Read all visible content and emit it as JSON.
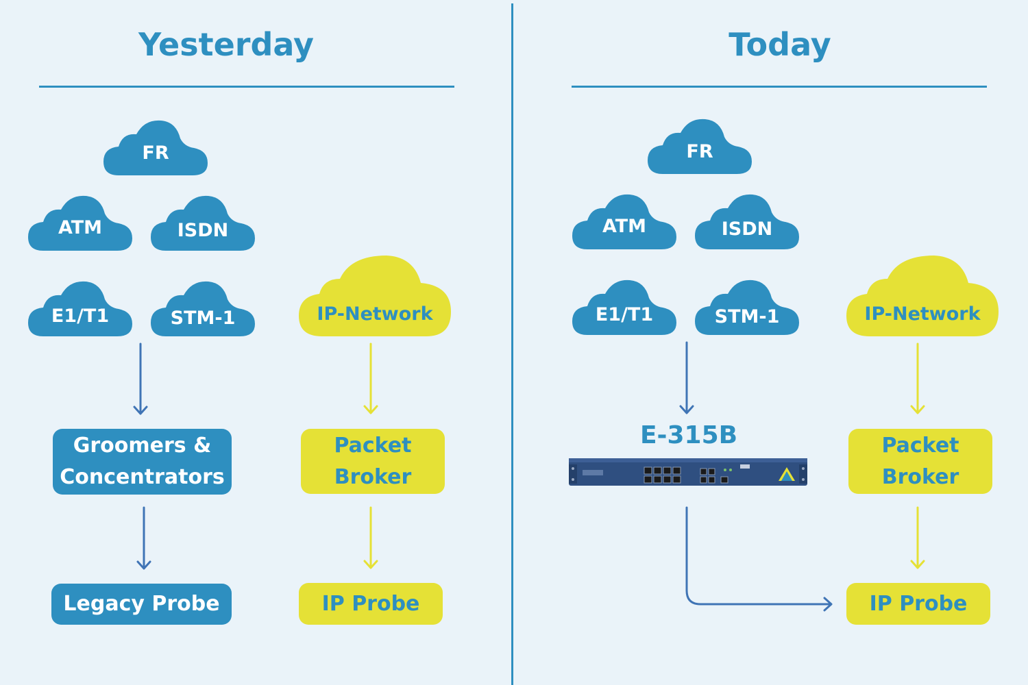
{
  "left": {
    "title": "Yesterday",
    "clouds": [
      "FR",
      "ATM",
      "ISDN",
      "E1/T1",
      "STM-1"
    ],
    "ip_cloud": "IP-Network",
    "groomers_line1": "Groomers &",
    "groomers_line2": "Concentrators",
    "legacy_probe": "Legacy Probe",
    "packet_broker_line1": "Packet",
    "packet_broker_line2": "Broker",
    "ip_probe": "IP Probe"
  },
  "right": {
    "title": "Today",
    "clouds": [
      "FR",
      "ATM",
      "ISDN",
      "E1/T1",
      "STM-1"
    ],
    "ip_cloud": "IP-Network",
    "device": "E-315B",
    "packet_broker_line1": "Packet",
    "packet_broker_line2": "Broker",
    "ip_probe": "IP Probe"
  },
  "colors": {
    "blue": "#2e8fc0",
    "yellow": "#e5e136",
    "arrow_blue": "#3f74b5",
    "background": "#eaf3f9"
  }
}
